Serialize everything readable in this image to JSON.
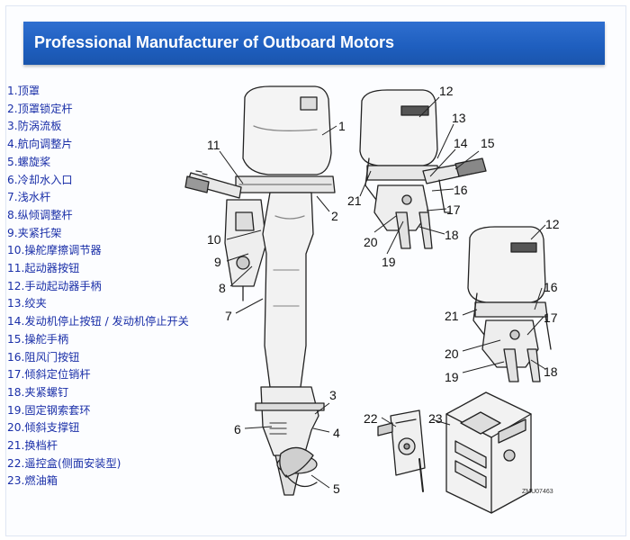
{
  "header": {
    "title": "Professional Manufacturer of Outboard Motors"
  },
  "legend": [
    "1.顶罩",
    "2.顶罩锁定杆",
    "3.防涡流板",
    "4.航向调整片",
    "5.螺旋桨",
    "6.冷却水入口",
    "7.浅水杆",
    "8.纵倾调整杆",
    "9.夹紧托架",
    "10.操舵摩擦调节器",
    "11.起动器按钮",
    "12.手动起动器手柄",
    "13.绞夹",
    "14.发动机停止按钮 / 发动机停止开关",
    "15.操舵手柄",
    "16.阻风门按钮",
    "17.倾斜定位销杆",
    "18.夹紧螺钉",
    "19.固定钢索套环",
    "20.倾斜支撑钮",
    "21.换档杆",
    "22.遥控盒(侧面安装型)",
    "23.燃油箱"
  ],
  "callouts": {
    "n1": "1",
    "n2": "2",
    "n3": "3",
    "n4": "4",
    "n5": "5",
    "n6": "6",
    "n7": "7",
    "n8": "8",
    "n9": "9",
    "n10": "10",
    "n11": "11",
    "n12a": "12",
    "n13": "13",
    "n14": "14",
    "n15": "15",
    "n16a": "16",
    "n17a": "17",
    "n18a": "18",
    "n19a": "19",
    "n20a": "20",
    "n21a": "21",
    "n12b": "12",
    "n16b": "16",
    "n17b": "17",
    "n18b": "18",
    "n19b": "19",
    "n20b": "20",
    "n21b": "21",
    "n22": "22",
    "n23": "23"
  },
  "figure_code": "ZMU07463",
  "colors": {
    "banner": "#1e5ebe",
    "legend_text": "#1a2fa8"
  }
}
